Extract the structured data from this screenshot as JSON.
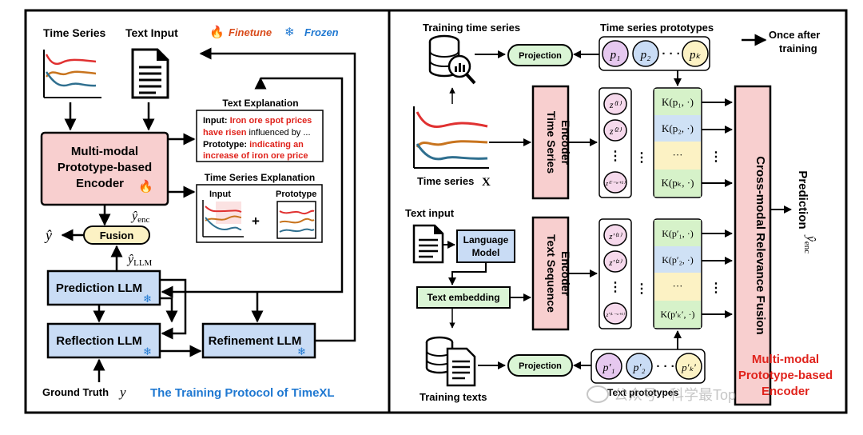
{
  "left": {
    "ts_label": "Time Series",
    "text_input_label": "Text Input",
    "legend_finetune": "Finetune",
    "legend_frozen": "Frozen",
    "text_expl_title": "Text Explanation",
    "expl_input_label": "Input:",
    "expl_input_red1": "Iron ore spot prices",
    "expl_input_red2": "have risen",
    "expl_input_rest": "influenced by ...",
    "expl_proto_label": "Prototype:",
    "expl_proto_red1": "indicating an",
    "expl_proto_red2": "increase of iron ore price",
    "ts_expl_title": "Time Series Explanation",
    "ts_expl_input": "Input",
    "ts_expl_proto": "Prototype",
    "ts_expl_plus": "+",
    "encoder_l1": "Multi-modal",
    "encoder_l2": "Prototype-based",
    "encoder_l3": "Encoder",
    "fusion": "Fusion",
    "yhat": "ŷ",
    "yhat_enc": "ŷ",
    "yhat_enc_sub": "enc",
    "yhat_llm": "ŷ",
    "yhat_llm_sub": "LLM",
    "prediction_llm": "Prediction LLM",
    "reflection_llm": "Reflection LLM",
    "refinement_llm": "Refinement LLM",
    "ground_truth": "Ground Truth",
    "ground_truth_var": "y",
    "caption": "The Training Protocol of TimeXL"
  },
  "right": {
    "training_ts": "Training time series",
    "ts_prototypes": "Time series prototypes",
    "once_after": "Once after",
    "training": "training",
    "projection_top": "Projection",
    "proto_p1": "p₁",
    "proto_p2": "p₂",
    "proto_dots": "· · ·",
    "proto_pk": "pₖ",
    "ts_encoder_l1": "Time Series",
    "ts_encoder_l2": "Encoder",
    "time_series_x": "Time series",
    "x_var": "X",
    "z1": "z⁽¹⁾",
    "z2": "z⁽²⁾",
    "zdots": "⋮",
    "zlast": "z⁽ᵀ⁻ʷ⁺¹⁾",
    "k1": "K(p₁, ·)",
    "k2": "K(p₂, ·)",
    "kdots": "···",
    "kk": "K(pₖ, ·)",
    "hdots": "⋮",
    "cross_modal": "Cross-modal Relevance Fusion",
    "prediction": "Prediction",
    "pred_var": "ŷ",
    "pred_sub": "enc",
    "text_input": "Text input",
    "language_model_l1": "Language",
    "language_model_l2": "Model",
    "text_embedding": "Text embedding",
    "text_encoder_l1": "Text Sequence",
    "text_encoder_l2": "Encoder",
    "tz1": "z′⁽¹⁾",
    "tz2": "z′⁽²⁾",
    "tzdots": "⋮",
    "tzlast": "z′⁽ᴸ⁻ʷ⁺¹⁾",
    "tk1": "K(p′₁, ·)",
    "tk2": "K(p′₂, ·)",
    "tkdots": "···",
    "tkk": "K(p′ₖ′, ·)",
    "training_texts": "Training texts",
    "projection_bottom": "Projection",
    "tproto_p1": "p′₁",
    "tproto_p2": "p′₂",
    "tproto_dots": "· · ·",
    "tproto_pk": "p′ₖ′",
    "text_prototypes": "Text prototypes",
    "mm_l1": "Multi-modal",
    "mm_l2": "Prototype-based",
    "mm_l3": "Encoder"
  },
  "watermark": "公众号 · 科学最Top",
  "colors": {
    "encoder_fill": "#f8cfcf",
    "llm_fill": "#c9dcf5",
    "green_fill": "#daf5d5",
    "fusion_fill": "#fcf2c4",
    "red_text": "#e0231c",
    "blue_text": "#1f78d1",
    "legend_red": "#d94b1b",
    "proto_purple": "#e6c8ef",
    "proto_blue": "#c9dcf5",
    "proto_yellow": "#fcf2c4",
    "k_green": "#d6f2c9",
    "k_blue": "#cfe1f5",
    "k_yellow": "#fcf2c4"
  }
}
